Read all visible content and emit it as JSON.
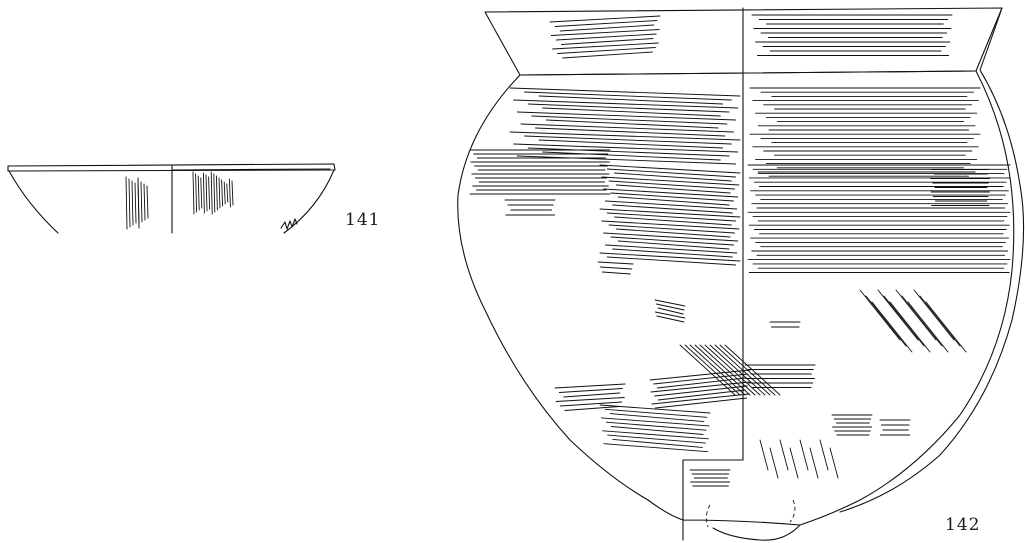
{
  "figures": [
    {
      "id": "141",
      "label": "141"
    },
    {
      "id": "142",
      "label": "142"
    }
  ]
}
